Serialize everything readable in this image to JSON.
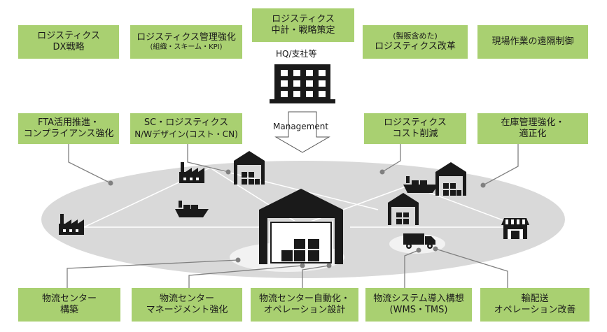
{
  "hq": {
    "title_line1": "ロジスティクス",
    "title_line2": "中計・戦略策定",
    "label": "HQ/支社等"
  },
  "management_label": "Management",
  "top_boxes": [
    {
      "line1": "ロジスティクス",
      "line2": "DX戦略"
    },
    {
      "line1": "ロジスティクス管理強化",
      "line2": "(組織・スキーム・KPI)"
    },
    {
      "line1": "(製販含めた)",
      "line2": "ロジスティクス改革"
    },
    {
      "line1": "現場作業の遠隔制御",
      "line2": ""
    }
  ],
  "mid_boxes": [
    {
      "line1": "FTA活用推進・",
      "line2": "コンプライアンス強化"
    },
    {
      "line1": "SC・ロジスティクス",
      "line2": "N/Wデザイン(コスト・CN)"
    },
    {
      "line1": "ロジスティクス",
      "line2": "コスト削減"
    },
    {
      "line1": "在庫管理強化・",
      "line2": "適正化"
    }
  ],
  "bottom_boxes": [
    {
      "line1": "物流センター",
      "line2": "構築"
    },
    {
      "line1": "物流センター",
      "line2": "マネージメント強化"
    },
    {
      "line1": "物流センター自動化・",
      "line2": "オペレーション設計"
    },
    {
      "line1": "物流システム導入構想",
      "line2": "(WMS・TMS)"
    },
    {
      "line1": "輸配送",
      "line2": "オペレーション改善"
    }
  ],
  "colors": {
    "box_fill": "#a9d071",
    "ellipse_fill": "#d9d9d9",
    "inner_ellipse_fill": "#f2f2f2",
    "icon_fill": "#1a1a1a",
    "connector": "#808080"
  }
}
